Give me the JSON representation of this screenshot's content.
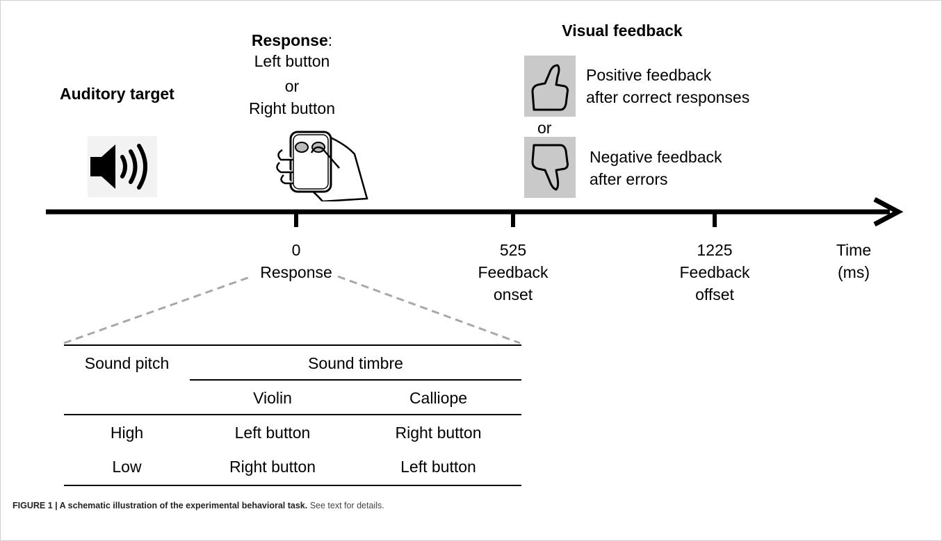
{
  "titles": {
    "auditory_target": "Auditory target",
    "response_bold": "Response",
    "response_colon": ":",
    "response_opt1": "Left button",
    "response_or": "or",
    "response_opt2": "Right button",
    "visual_feedback": "Visual feedback"
  },
  "feedback": {
    "positive_line1": "Positive feedback",
    "positive_line2": "after correct responses",
    "or": "or",
    "negative_line1": "Negative feedback",
    "negative_line2": "after errors"
  },
  "timeline": {
    "ticks": [
      {
        "value": "0",
        "label": "Response"
      },
      {
        "value": "525",
        "label1": "Feedback",
        "label2": "onset"
      },
      {
        "value": "1225",
        "label1": "Feedback",
        "label2": "offset"
      }
    ],
    "axis_label1": "Time",
    "axis_label2": "(ms)"
  },
  "table": {
    "header_pitch": "Sound pitch",
    "header_timbre": "Sound timbre",
    "sub_violin": "Violin",
    "sub_calliope": "Calliope",
    "rows": [
      {
        "pitch": "High",
        "violin": "Left button",
        "calliope": "Right button"
      },
      {
        "pitch": "Low",
        "violin": "Right button",
        "calliope": "Left button"
      }
    ]
  },
  "caption": {
    "bold": "FIGURE 1 | A schematic illustration of the experimental behavioral task.",
    "rest": " See text for details."
  },
  "colors": {
    "panel_gray": "#c9c9c9",
    "dashed_gray": "#a8a8a8",
    "line": "#000000"
  }
}
